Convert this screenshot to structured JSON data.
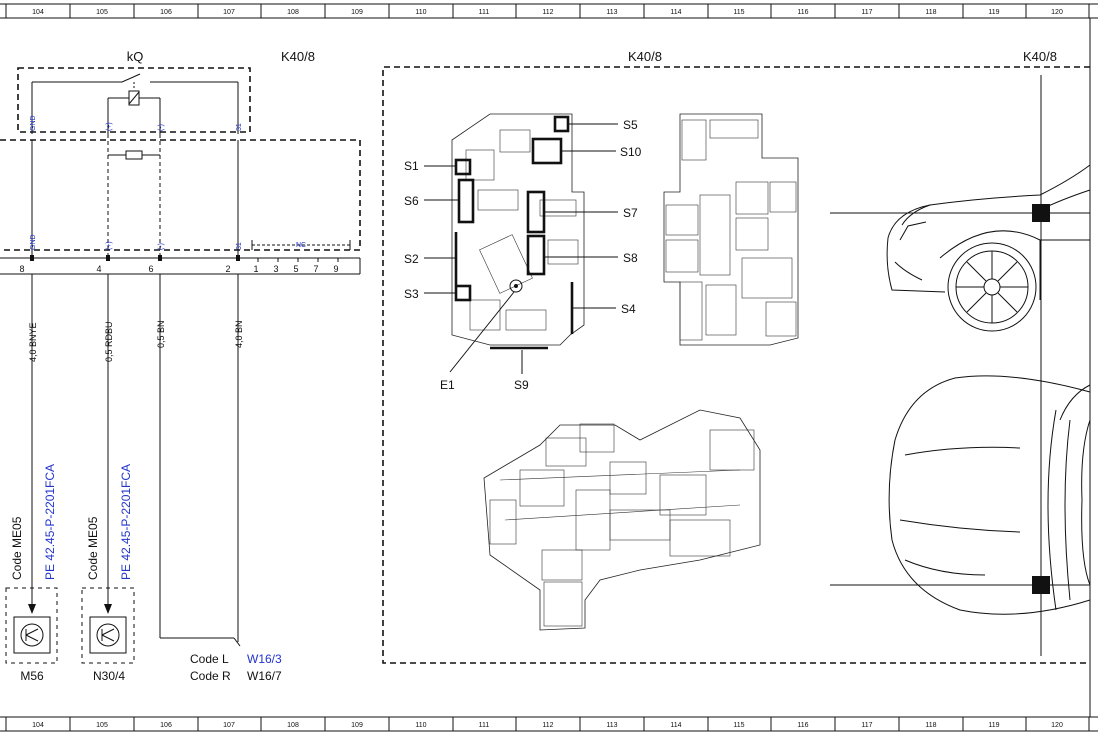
{
  "ruler": {
    "columns": [
      "104",
      "105",
      "106",
      "107",
      "108",
      "109",
      "110",
      "111",
      "112",
      "113",
      "114",
      "115",
      "116",
      "117",
      "118",
      "119",
      "120"
    ]
  },
  "relay": {
    "label": "kQ",
    "pins": [
      "GND",
      "(+)",
      "(-)",
      "31"
    ]
  },
  "component_labels": {
    "k40_left": "K40/8",
    "k40_mid": "K40/8",
    "k40_right": "K40/8"
  },
  "connector": {
    "pin_names": [
      "GND",
      "(+)",
      "(-)",
      "31"
    ],
    "nc_label": "NC",
    "pin_numbers": [
      "8",
      "4",
      "6",
      "2",
      "1",
      "3",
      "5",
      "7",
      "9"
    ]
  },
  "wires": [
    "4,0 BNYE",
    "0,5 RDBU",
    "0,5 BN",
    "4,0 BN"
  ],
  "references": {
    "ref1_code": "Code ME05",
    "ref1_pe": "PE 42.45-P-2201FCA",
    "ref2_code": "Code ME05",
    "ref2_pe": "PE 42.45-P-2201FCA"
  },
  "devices": {
    "m56": "M56",
    "n30": "N30/4"
  },
  "codes": {
    "l_label": "Code L",
    "l_ref": "W16/3",
    "r_label": "Code R",
    "r_ref": "W16/7"
  },
  "sockets": [
    "S5",
    "S10",
    "S1",
    "S6",
    "S7",
    "S2",
    "S8",
    "S3",
    "S4",
    "E1",
    "S9"
  ],
  "colors": {
    "link_blue": "#2233cc",
    "line": "#111111"
  }
}
